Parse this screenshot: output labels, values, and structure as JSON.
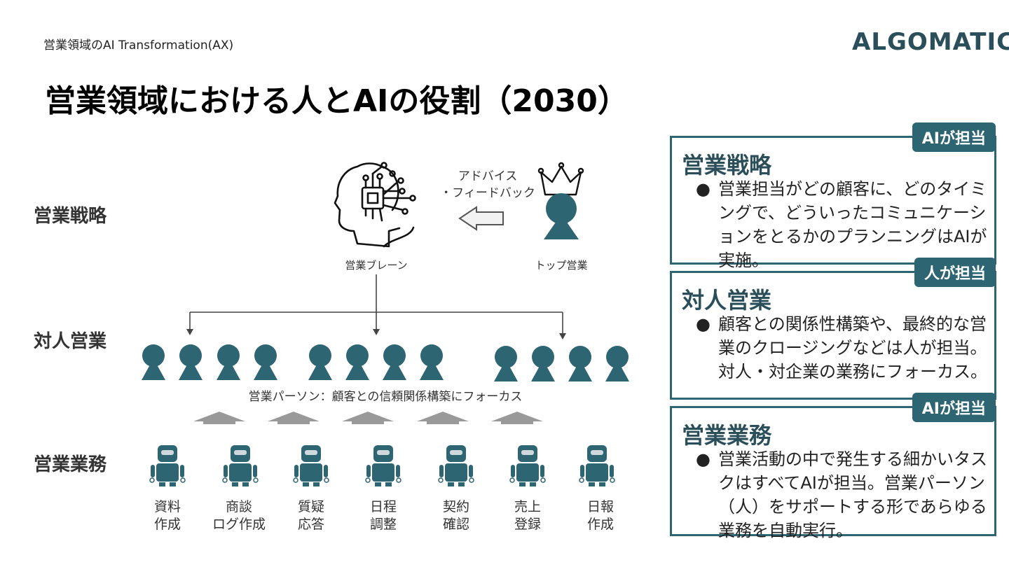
{
  "header": {
    "subtitle": "営業領域のAI Transformation(AX)",
    "logo": "ALGOMATIC",
    "title": "営業領域における人とAIの役割（2030）"
  },
  "rows": {
    "strategy": "営業戦略",
    "interpersonal": "対人営業",
    "operations": "営業業務"
  },
  "diagram": {
    "brain_label": "営業ブレーン",
    "top_label": "トップ営業",
    "advice_line1": "アドバイス",
    "advice_line2": "・フィードバック",
    "people_caption": "営業パーソン：顧客との信頼関係構築にフォーカス",
    "tasks": [
      {
        "line1": "資料",
        "line2": "作成"
      },
      {
        "line1": "商談",
        "line2": "ログ作成"
      },
      {
        "line1": "質疑",
        "line2": "応答"
      },
      {
        "line1": "日程",
        "line2": "調整"
      },
      {
        "line1": "契約",
        "line2": "確認"
      },
      {
        "line1": "売上",
        "line2": "登録"
      },
      {
        "line1": "日報",
        "line2": "作成"
      }
    ],
    "icons": {
      "brain": "ai-brain-icon",
      "crown": "crown-icon",
      "person": "person-icon",
      "robot": "robot-icon",
      "arrow": "arrow-left-icon"
    },
    "colors": {
      "teal": "#2e6573",
      "gray": "#999999"
    }
  },
  "cards": [
    {
      "badge": "AIが担当",
      "title": "営業戦略",
      "bullet": "●",
      "body": "営業担当がどの顧客に、どのタイミングで、どういったコミュニケーションをとるかのプランニングはAIが実施。"
    },
    {
      "badge": "人が担当",
      "title": "対人営業",
      "bullet": "●",
      "body": "顧客との関係性構築や、最終的な営業のクロージングなどは人が担当。対人・対企業の業務にフォーカス。"
    },
    {
      "badge": "AIが担当",
      "title": "営業業務",
      "bullet": "●",
      "body": "営業活動の中で発生する細かいタスクはすべてAIが担当。営業パーソン（人）をサポートする形であらゆる業務を自動実行。"
    }
  ]
}
